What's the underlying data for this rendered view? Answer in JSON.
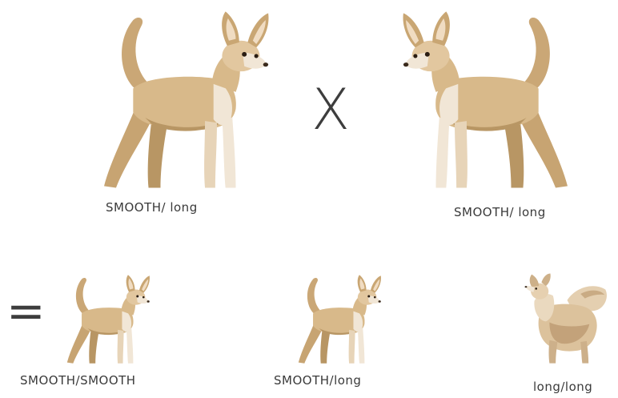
{
  "operators": {
    "cross": "X",
    "equals": "="
  },
  "parents": [
    {
      "label": "SMOOTH/ long",
      "coat": "smooth"
    },
    {
      "label": "SMOOTH/ long",
      "coat": "smooth"
    }
  ],
  "offspring": [
    {
      "label": "SMOOTH/SMOOTH",
      "coat": "smooth"
    },
    {
      "label": "SMOOTH/long",
      "coat": "smooth"
    },
    {
      "label": "long/long",
      "coat": "long"
    }
  ],
  "colors": {
    "coat_main": "#d8b98a",
    "coat_shadow": "#b89664",
    "coat_light": "#f1e6d6",
    "text": "#3a3a3a"
  }
}
